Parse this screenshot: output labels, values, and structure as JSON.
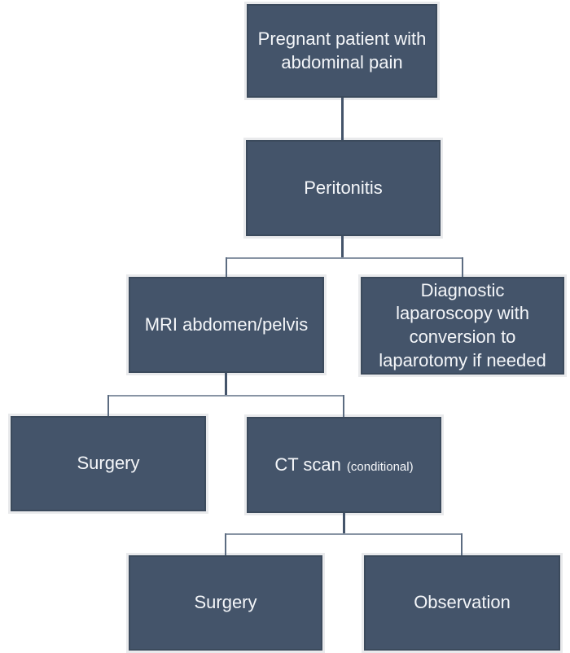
{
  "diagram": {
    "type": "flowchart",
    "background": "#ffffff",
    "node_fill": "#44546a",
    "node_border": "#3b4a5c",
    "node_text_color": "#f4f6f9",
    "connector_color": "#44546a",
    "nodes": [
      {
        "id": "pregnant-patient",
        "label": "Pregnant patient with\nabdominal pain"
      },
      {
        "id": "peritonitis",
        "label": "Peritonitis"
      },
      {
        "id": "mri-abdomen-pelvis",
        "label": "MRI abdomen/pelvis"
      },
      {
        "id": "diagnostic-laparoscopy",
        "label": "Diagnostic\nlaparoscopy with\nconversion to\nlaparotomy if needed"
      },
      {
        "id": "surgery-after-mri",
        "label": "Surgery"
      },
      {
        "id": "ct-scan",
        "label": "CT scan",
        "note": "(conditional)"
      },
      {
        "id": "surgery-after-ct",
        "label": "Surgery"
      },
      {
        "id": "observation",
        "label": "Observation"
      }
    ],
    "edges": [
      {
        "from": "pregnant-patient",
        "to": "peritonitis"
      },
      {
        "from": "peritonitis",
        "to": "mri-abdomen-pelvis"
      },
      {
        "from": "peritonitis",
        "to": "diagnostic-laparoscopy"
      },
      {
        "from": "mri-abdomen-pelvis",
        "to": "surgery-after-mri"
      },
      {
        "from": "mri-abdomen-pelvis",
        "to": "ct-scan"
      },
      {
        "from": "ct-scan",
        "to": "surgery-after-ct"
      },
      {
        "from": "ct-scan",
        "to": "observation"
      }
    ]
  }
}
